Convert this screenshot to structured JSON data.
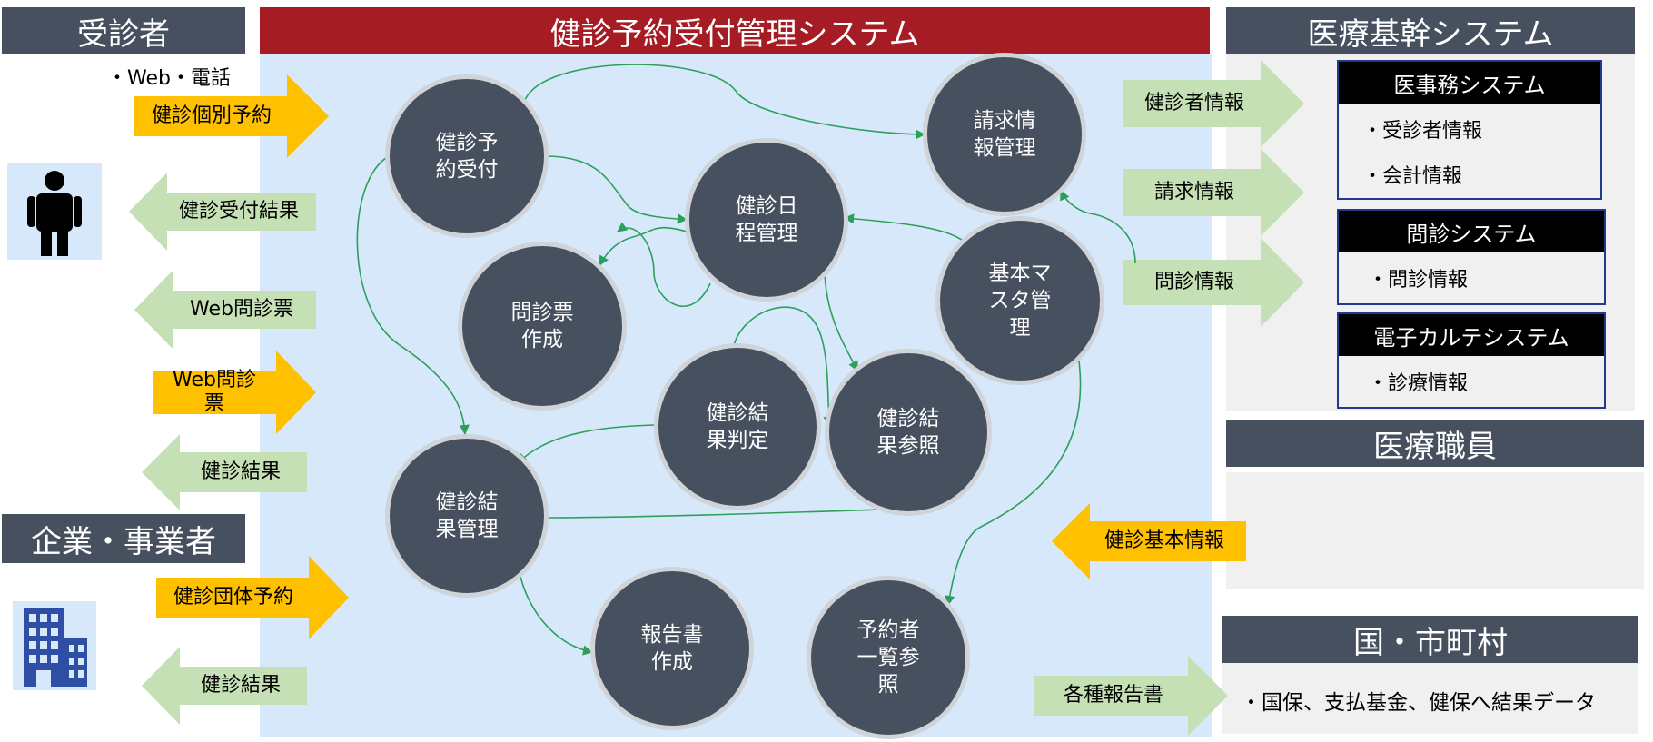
{
  "headers": {
    "patient": "受診者",
    "system": "健診予約受付管理システム",
    "medical_core": "医療基幹システム",
    "company": "企業・事業者",
    "staff": "医療職員",
    "government": "国・市町村"
  },
  "patient_channel_note": "・Web・電話",
  "left_arrows": [
    {
      "label": "健診個別予約",
      "direction": "right",
      "color": "#ffc000"
    },
    {
      "label": "健診受付結果",
      "direction": "left",
      "color": "#c5e0b4"
    },
    {
      "label": "Web問診票",
      "direction": "left",
      "color": "#c5e0b4"
    },
    {
      "label": "Web問診\n票",
      "direction": "right",
      "color": "#ffc000"
    },
    {
      "label": "健診結果",
      "direction": "left",
      "color": "#c5e0b4"
    },
    {
      "label": "健診団体予約",
      "direction": "right",
      "color": "#ffc000"
    },
    {
      "label": "健診結果",
      "direction": "left",
      "color": "#c5e0b4"
    }
  ],
  "processes": [
    {
      "id": "reserve",
      "label": "健診予\n約受付"
    },
    {
      "id": "schedule",
      "label": "健診日\n程管理"
    },
    {
      "id": "billing",
      "label": "請求情\n報管理"
    },
    {
      "id": "questionnaire",
      "label": "問診票\n作成"
    },
    {
      "id": "master",
      "label": "基本マ\nスタ管\n理"
    },
    {
      "id": "judge",
      "label": "健診結\n果判定"
    },
    {
      "id": "view",
      "label": "健診結\n果参照"
    },
    {
      "id": "result_mgmt",
      "label": "健診結\n果管理"
    },
    {
      "id": "report",
      "label": "報告書\n作成"
    },
    {
      "id": "list",
      "label": "予約者\n一覧参\n照"
    }
  ],
  "right_arrows": [
    {
      "label": "健診者情報",
      "direction": "right",
      "color": "#c5e0b4"
    },
    {
      "label": "請求情報",
      "direction": "right",
      "color": "#c5e0b4"
    },
    {
      "label": "問診情報",
      "direction": "right",
      "color": "#c5e0b4"
    },
    {
      "label": "健診基本情報",
      "direction": "left",
      "color": "#ffc000"
    },
    {
      "label": "各種報告書",
      "direction": "right",
      "color": "#c5e0b4"
    }
  ],
  "systems": [
    {
      "title": "医事務システム",
      "items": [
        "・受診者情報",
        "・会計情報"
      ]
    },
    {
      "title": "問診システム",
      "items": [
        "・問診情報"
      ]
    },
    {
      "title": "電子カルテシステム",
      "items": [
        "・診療情報"
      ]
    }
  ],
  "government_note": "・国保、支払基金、健保へ結果データ",
  "icons": {
    "patient": "person-icon",
    "company": "building-icon"
  },
  "colors": {
    "title_bar": "#a51c24",
    "header": "#47505e",
    "system_bg": "#d6e8fa",
    "connector": "#2ca05a"
  }
}
